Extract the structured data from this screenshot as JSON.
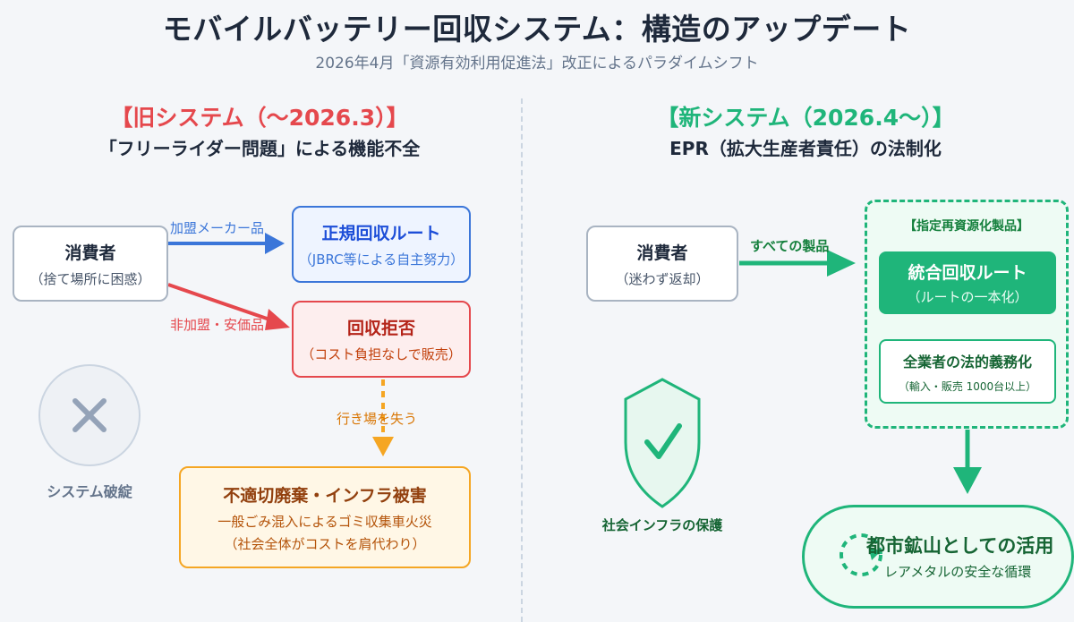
{
  "title": "モバイルバッテリー回収システム：構造のアップデート",
  "subtitle": "2026年4月「資源有効利用促進法」改正によるパラダイムシフト",
  "old_system": {
    "heading": "【旧システム（〜2026.3）】",
    "subheading": "「フリーライダー問題」による機能不全",
    "consumer": {
      "title": "消費者",
      "sub": "（捨て場所に困惑）"
    },
    "arrow_member_label": "加盟メーカー品",
    "arrow_nonmember_label": "非加盟・安価品",
    "regular_route": {
      "title": "正規回収ルート",
      "sub": "（JBRC等による自主努力）"
    },
    "refusal": {
      "title": "回収拒否",
      "sub": "（コスト負担なしで販売）"
    },
    "lost_label": "行き場を失う",
    "damage": {
      "title": "不適切廃棄・インフラ被害",
      "line1": "一般ごみ混入によるゴミ収集車火災",
      "line2": "（社会全体がコストを肩代わり）"
    },
    "failure_icon": "x-circle-icon",
    "failure_label": "システム破綻"
  },
  "new_system": {
    "heading": "【新システム（2026.4〜）】",
    "subheading": "EPR（拡大生産者責任）の法制化",
    "consumer": {
      "title": "消費者",
      "sub": "（迷わず返却）"
    },
    "arrow_all_label": "すべての製品",
    "designated_label": "【指定再資源化製品】",
    "unified_route": {
      "title": "統合回収ルート",
      "sub": "（ルートの一本化）"
    },
    "obligation": {
      "title": "全業者の法的義務化",
      "sub": "（輸入・販売 1000台以上）"
    },
    "shield_icon": "shield-check-icon",
    "protection_label": "社会インフラの保護",
    "urban_mine": {
      "title": "都市鉱山としての活用",
      "sub": "レアメタルの安全な循環"
    },
    "recycle_icon": "recycle-loop-icon"
  },
  "colors": {
    "red": "#e5484d",
    "blue": "#3b76d9",
    "orange": "#f5a623",
    "green": "#1fb57a",
    "gray_border": "#a9b4c2"
  }
}
